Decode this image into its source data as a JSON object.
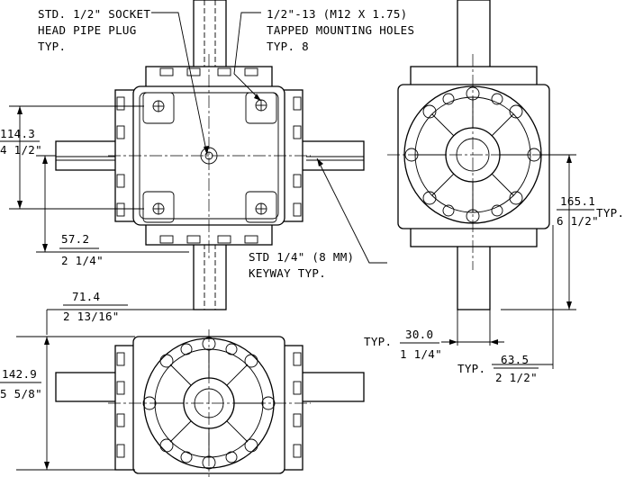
{
  "callouts": {
    "socket_plug": [
      "STD. 1/2\" SOCKET",
      "HEAD PIPE PLUG",
      "TYP."
    ],
    "mounting_holes": [
      "1/2\"-13 (M12 X 1.75)",
      "TAPPED MOUNTING HOLES",
      "TYP. 8"
    ],
    "keyway": [
      "STD 1/4\" (8 MM)",
      "KEYWAY TYP."
    ]
  },
  "dimensions": {
    "hole_spacing_vertical": {
      "metric": "114.3",
      "imperial": "4 1/2\""
    },
    "shaft_center_height": {
      "metric": "57.2",
      "imperial": "2 1/4\""
    },
    "front_offset": {
      "metric": "71.4",
      "imperial": "2 13/16\""
    },
    "front_height": {
      "metric": "142.9",
      "imperial": "5 5/8\""
    },
    "shaft_extension": {
      "metric": "165.1",
      "imperial": "6 1/2\"",
      "suffix": "TYP."
    },
    "shaft_diameter": {
      "prefix": "TYP.",
      "metric": "30.0",
      "imperial": "1 1/4\""
    },
    "shaft_length": {
      "prefix": "TYP.",
      "metric": "63.5",
      "imperial": "2 1/2\""
    }
  }
}
